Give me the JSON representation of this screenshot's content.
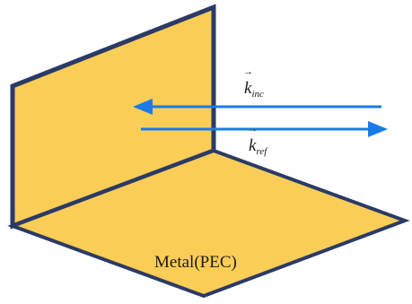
{
  "colors": {
    "plate_fill": "#F9CD56",
    "plate_edge": "#2B3A66",
    "wave_arrow": "#1A7BE6",
    "label_text": "#1B1B1B"
  },
  "labels": {
    "plate": "Metal(PEC)",
    "incident_main": "k",
    "incident_sub": "inc",
    "reflected_main": "k",
    "reflected_sub": "ref",
    "vector_mark": "→"
  }
}
